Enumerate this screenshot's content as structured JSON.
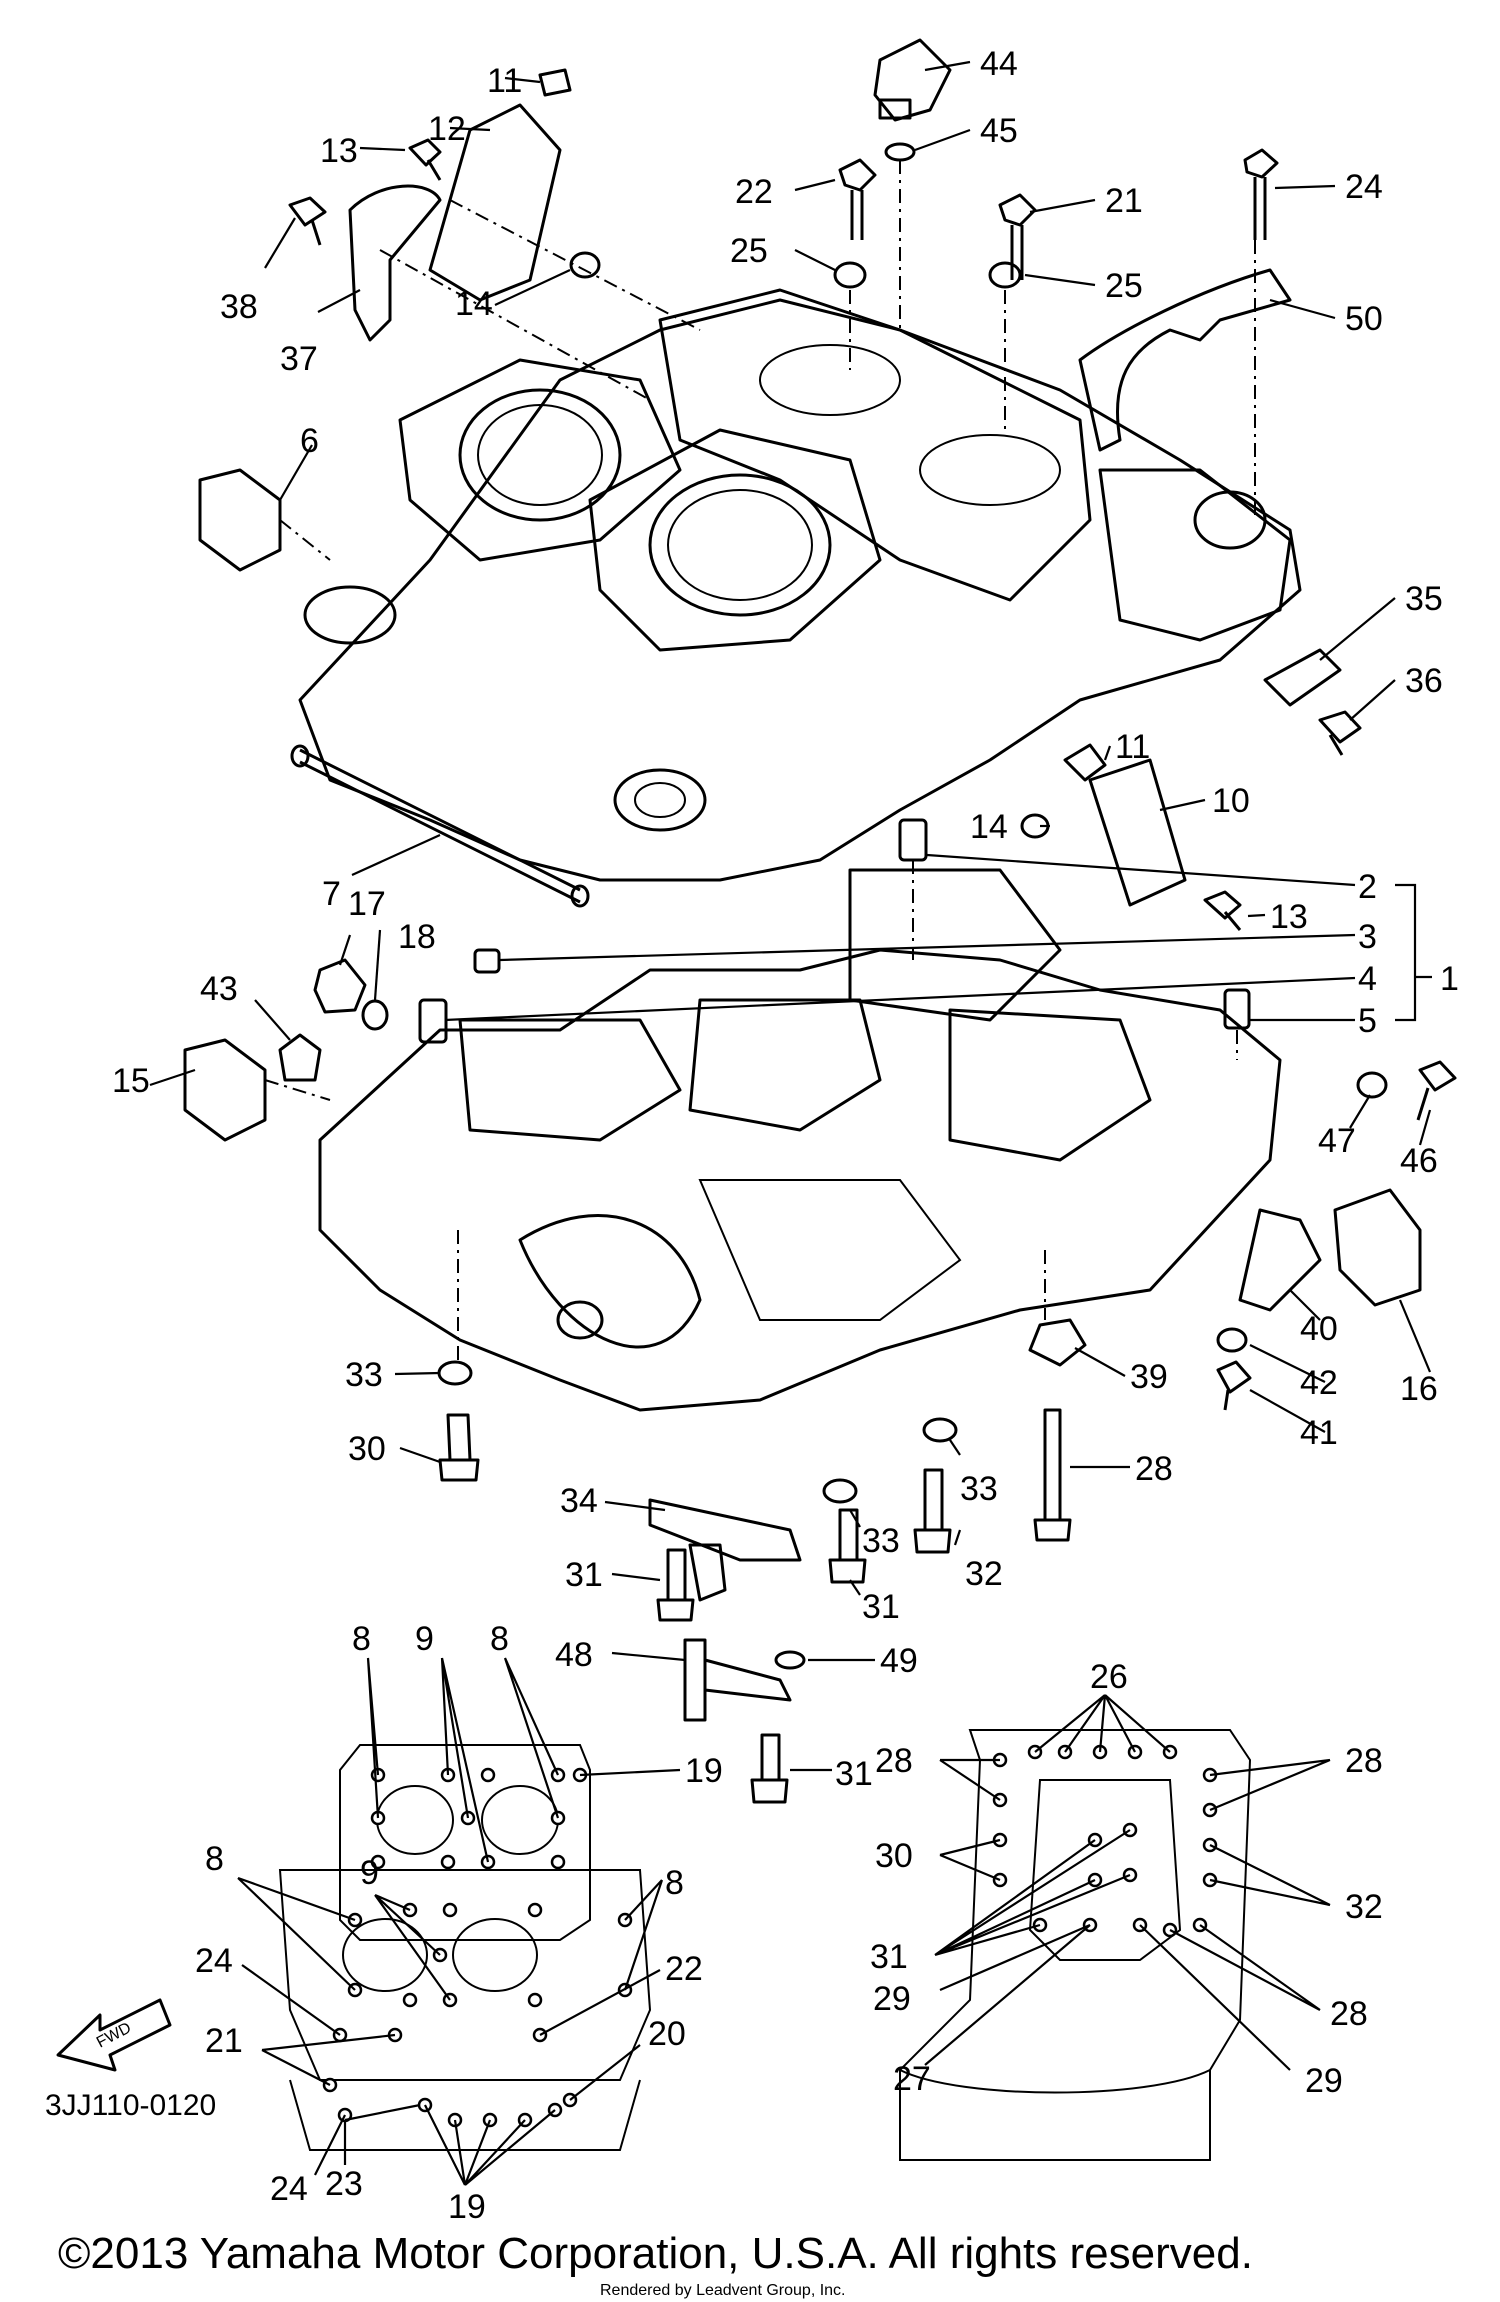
{
  "diagram_code": "3JJ110-0120",
  "fwd_label": "FWD",
  "copyright": "©2013 Yamaha Motor Corporation, U.S.A. All rights reserved.",
  "rendered_by": "Rendered by Leadvent Group, Inc.",
  "callouts": [
    "11",
    "12",
    "13",
    "38",
    "37",
    "14",
    "6",
    "7",
    "44",
    "45",
    "22",
    "25",
    "21",
    "25",
    "24",
    "50",
    "35",
    "36",
    "11",
    "10",
    "14",
    "2",
    "13",
    "3",
    "4",
    "1",
    "5",
    "17",
    "18",
    "43",
    "15",
    "47",
    "46",
    "16",
    "40",
    "42",
    "41",
    "39",
    "33",
    "30",
    "28",
    "33",
    "34",
    "33",
    "32",
    "31",
    "31",
    "48",
    "49",
    "31",
    "8",
    "9",
    "8",
    "19",
    "8",
    "9",
    "8",
    "24",
    "22",
    "21",
    "20",
    "24",
    "23",
    "19",
    "26",
    "28",
    "28",
    "30",
    "32",
    "31",
    "29",
    "28",
    "27",
    "29"
  ]
}
